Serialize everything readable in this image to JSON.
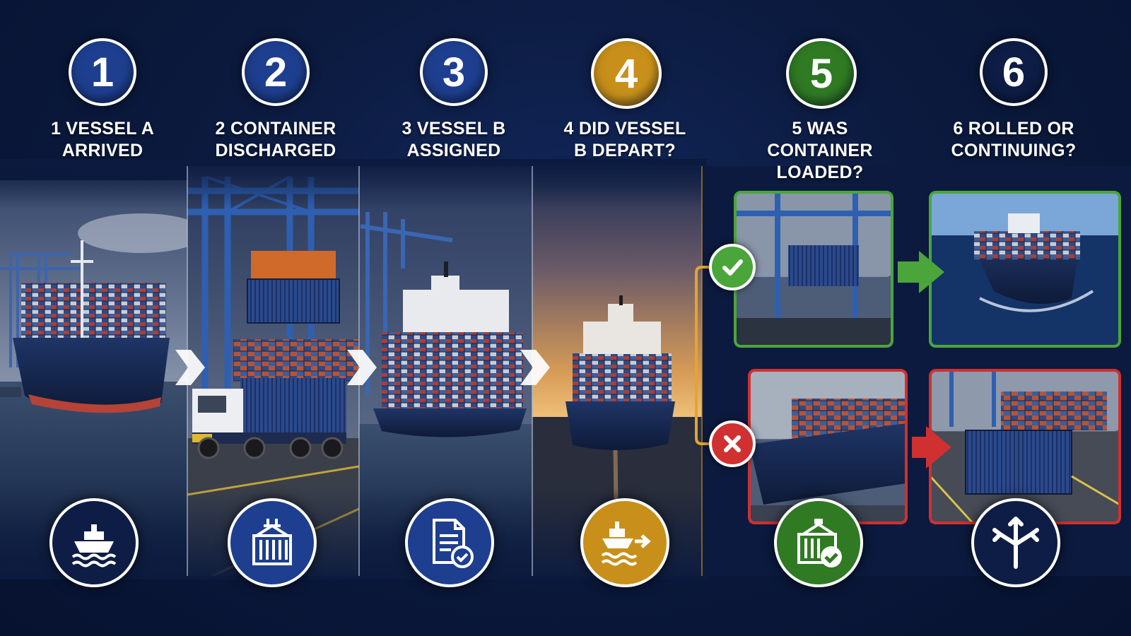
{
  "colors": {
    "blue": "#1e3f8f",
    "gold": "#c8901a",
    "green": "#2f7a23",
    "navy": "#0d1d45",
    "success": "#4aa63a",
    "failure": "#d13030"
  },
  "steps": [
    {
      "number": "1",
      "label_lines": [
        "1 VESSEL A",
        "ARRIVED"
      ],
      "icon": "ship-on-waves-icon"
    },
    {
      "number": "2",
      "label_lines": [
        "2 CONTAINER",
        "DISCHARGED"
      ],
      "icon": "container-hoist-icon"
    },
    {
      "number": "3",
      "label_lines": [
        "3 VESSEL B",
        "ASSIGNED"
      ],
      "icon": "document-check-icon"
    },
    {
      "number": "4",
      "label_lines": [
        "4 DID VESSEL",
        "B DEPART?"
      ],
      "icon": "ship-departing-icon"
    },
    {
      "number": "5",
      "label_lines": [
        "5 WAS",
        "CONTAINER",
        "LOADED?"
      ],
      "icon": "container-loaded-check-icon"
    },
    {
      "number": "6",
      "label_lines": [
        "6 ROLLED OR",
        "CONTINUING?"
      ],
      "icon": "split-path-icon"
    }
  ],
  "outcomes": {
    "yes": {
      "badge_icon": "check-icon"
    },
    "no": {
      "badge_icon": "cross-icon"
    }
  }
}
